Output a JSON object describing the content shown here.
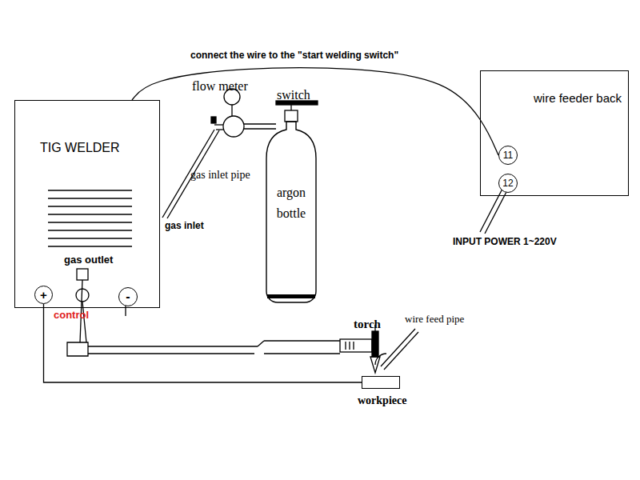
{
  "diagram": {
    "nodes": [
      {
        "text": [
          "TIG WELDER"
        ]
      },
      {
        "text": [
          "+"
        ],
        "in": 0
      },
      {
        "text": [
          "-"
        ],
        "in": 0
      },
      {
        "text": [
          "argon bottle"
        ]
      },
      {
        "text": [
          "wire feeder back"
        ]
      },
      {
        "text": [
          "11"
        ],
        "in": 4
      },
      {
        "text": [
          "12"
        ],
        "in": 4
      },
      {
        "text": [
          "workpiece"
        ]
      }
    ],
    "edges": [
      {
        "from": 0,
        "to": 5,
        "label": "connect the wire to the \"start welding switch\"",
        "arrow": "none"
      },
      {
        "from": 1,
        "to": 7,
        "arrow": "none"
      }
    ],
    "labels": [
      "flow meter",
      "switch",
      "gas inlet pipe",
      "gas inlet",
      "gas outlet",
      "control",
      "INPUT POWER 1~220V",
      "torch",
      "wire feed pipe"
    ]
  }
}
